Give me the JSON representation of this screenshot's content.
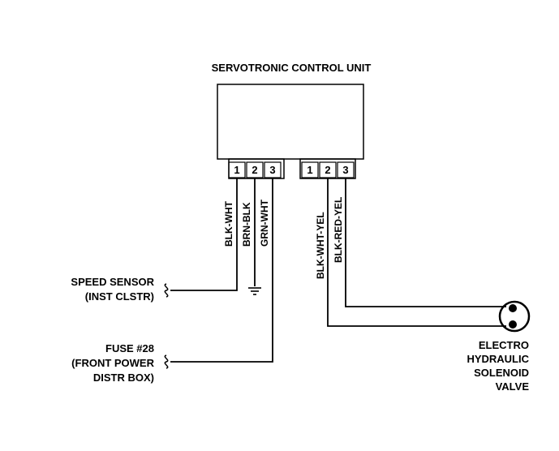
{
  "unit": {
    "title": "SERVOTRONIC CONTROL UNIT"
  },
  "connector_left": {
    "pins": [
      "1",
      "2",
      "3"
    ]
  },
  "connector_right": {
    "pins": [
      "1",
      "2",
      "3"
    ]
  },
  "wires_left": [
    "BLK-WHT",
    "BRN-BLK",
    "GRN-WHT"
  ],
  "wires_right": [
    "BLK-WHT-YEL",
    "BLK-RED-YEL"
  ],
  "components": {
    "speed_sensor": {
      "line1": "SPEED SENSOR",
      "line2": "(INST CLSTR)"
    },
    "fuse": {
      "line1": "FUSE #28",
      "line2": "(FRONT POWER",
      "line3": "DISTR BOX)"
    },
    "valve": {
      "line1": "ELECTRO",
      "line2": "HYDRAULIC",
      "line3": "SOLENOID",
      "line4": "VALVE"
    }
  }
}
